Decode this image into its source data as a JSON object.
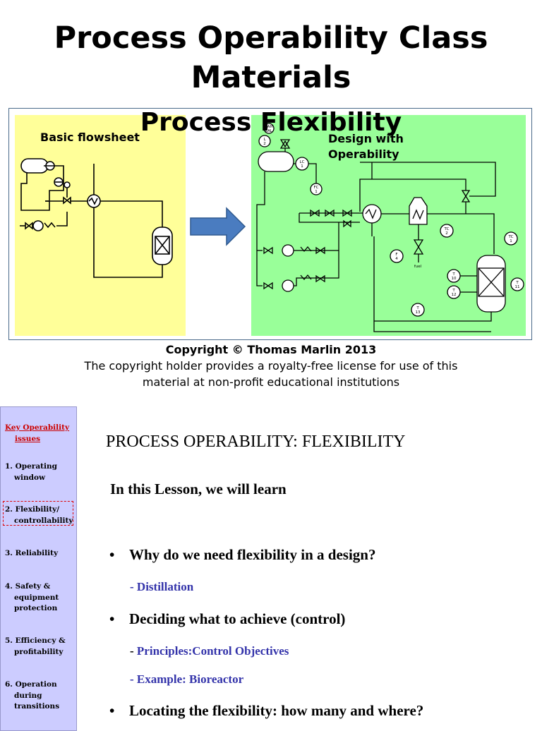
{
  "title": {
    "line1": "Process Operability Class",
    "line2": "Materials"
  },
  "figure": {
    "subtitle": "Process Flexibility",
    "left_label": "Basic flowsheet",
    "right_label_line1": "Design with",
    "right_label_line2": "Operability",
    "instruments": [
      "L 2",
      "LAH LAL",
      "LC 1",
      "FC 1",
      "TC 2",
      "TC 1",
      "F 4",
      "T 10",
      "T 12",
      "T 11",
      "T 13"
    ],
    "fuel_label": "fuel"
  },
  "copyright": {
    "line1": "Copyright © Thomas Marlin 2013",
    "line2": "The copyright holder provides a royalty-free license for use of this",
    "line3": "material at non-profit educational institutions"
  },
  "sidebar": {
    "heading_line1": "Key Operability",
    "heading_line2": "issues",
    "items": [
      {
        "lines": [
          "1. Operating",
          "window"
        ]
      },
      {
        "lines": [
          "2. Flexibility/",
          "controllability"
        ]
      },
      {
        "lines": [
          "3. Reliability"
        ]
      },
      {
        "lines": [
          "4. Safety &",
          "equipment",
          "protection"
        ]
      },
      {
        "lines": [
          "5. Efficiency &",
          "profitability"
        ]
      },
      {
        "lines": [
          "6. Operation",
          "during",
          "transitions"
        ]
      }
    ]
  },
  "slide": {
    "heading": "PROCESS OPERABILITY: FLEXIBILITY",
    "intro": "In this Lesson, we will learn",
    "bullet_char": "•",
    "bullet1": "Why do we need flexibility in a design?",
    "sub1": "- Distillation",
    "bullet2": "Deciding what to achieve (control)",
    "sub2_dash": "- ",
    "sub2": "Principles:Control Objectives",
    "sub3": "- Example: Bioreactor",
    "bullet3": "Locating the flexibility: how many and where?"
  },
  "colors": {
    "left_panel": "#ffff99",
    "right_panel": "#99ff99",
    "sidebar": "#ccccff",
    "arrow": "#4a7cc0",
    "sidebar_heading": "#cc0000",
    "sub_text": "#3333aa"
  }
}
